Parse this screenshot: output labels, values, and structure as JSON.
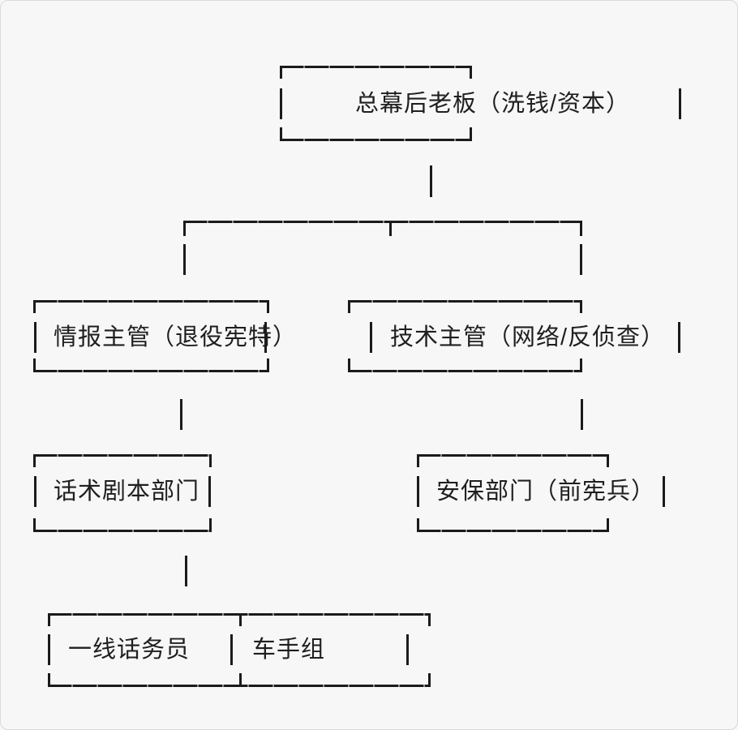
{
  "diagram": {
    "type": "ascii-org-chart",
    "nodes": [
      {
        "id": "boss",
        "label": "总幕后老板（洗钱/资本）",
        "level": 1
      },
      {
        "id": "intel-chief",
        "label": "情报主管（退役宪特）",
        "level": 2
      },
      {
        "id": "tech-chief",
        "label": "技术主管（网络/反侦查）",
        "level": 2
      },
      {
        "id": "script-dept",
        "label": "话术剧本部门",
        "level": 3
      },
      {
        "id": "security-dept",
        "label": "安保部门（前宪兵）",
        "level": 3
      },
      {
        "id": "frontline-callers",
        "label": "一线话务员",
        "level": 4
      },
      {
        "id": "mule-team",
        "label": "车手组",
        "level": 4
      }
    ],
    "edges": [
      {
        "from": "boss",
        "to": "intel-chief"
      },
      {
        "from": "boss",
        "to": "tech-chief"
      },
      {
        "from": "intel-chief",
        "to": "script-dept"
      },
      {
        "from": "tech-chief",
        "to": "security-dept"
      },
      {
        "from": "script-dept",
        "to": "frontline-callers"
      },
      {
        "from": "script-dept",
        "to": "mule-team"
      }
    ],
    "colors": {
      "background": "#f7f7f8",
      "panel_border": "#d9d9de",
      "line": "#1b1b1b",
      "text": "#1f1f1f"
    }
  }
}
